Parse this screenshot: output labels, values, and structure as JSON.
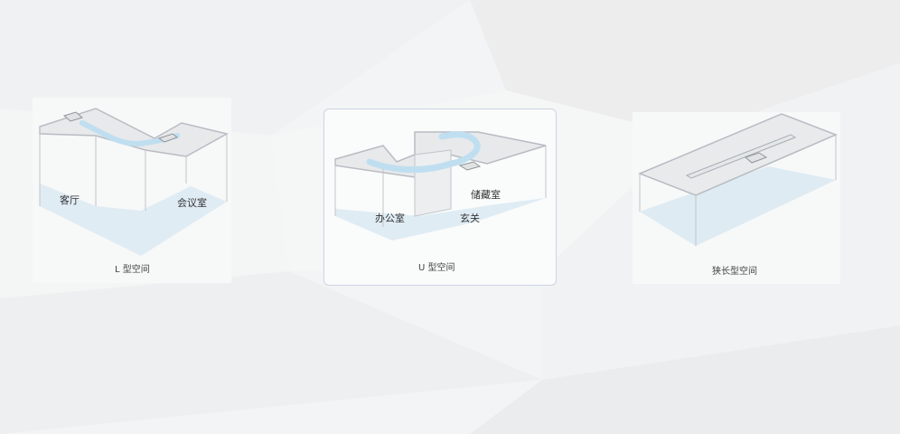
{
  "panels": [
    {
      "caption": "L 型空间",
      "rooms": [
        "客厅",
        "会议室"
      ]
    },
    {
      "caption": "U 型空间",
      "rooms": [
        "储藏室",
        "办公室",
        "玄关"
      ]
    },
    {
      "caption": "狭长型空间",
      "rooms": []
    }
  ],
  "colors": {
    "wall": "#b8bcc2",
    "floor": "#d9e9f2",
    "duct": "#cfe7f4",
    "selected_border": "#c9d6e2"
  },
  "icons": [
    "polygon-background-shape",
    "air-duct-shape",
    "indoor-unit-shape"
  ]
}
